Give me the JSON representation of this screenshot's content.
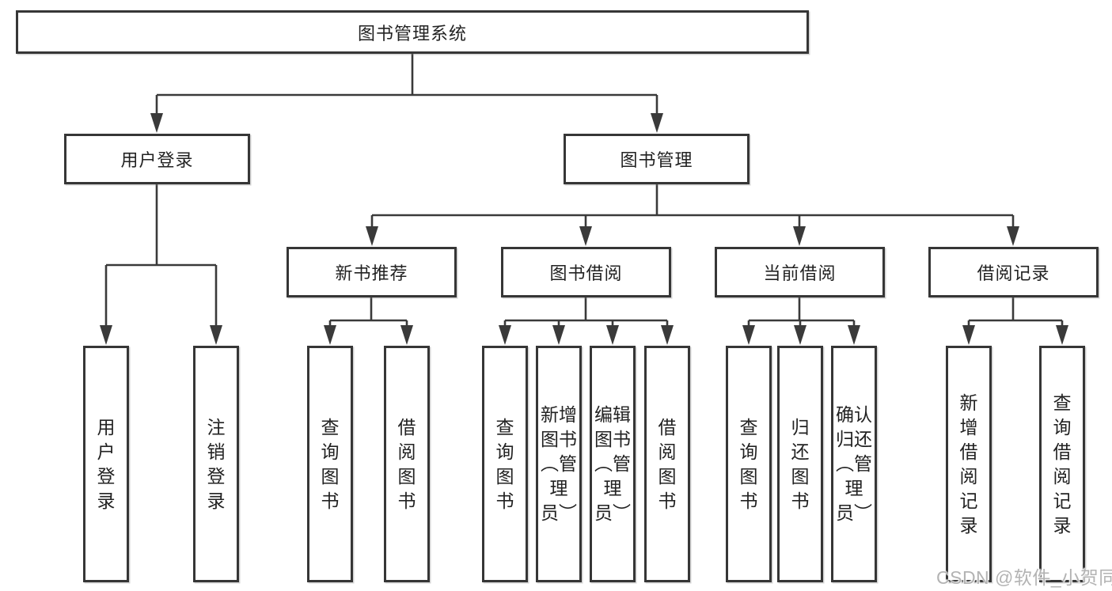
{
  "tree": {
    "root": "图书管理系统",
    "children": [
      {
        "label": "用户登录",
        "children": [
          "用户登录",
          "注销登录"
        ]
      },
      {
        "label": "图书管理",
        "children": [
          {
            "label": "新书推荐",
            "children": [
              "查询图书",
              "借阅图书"
            ]
          },
          {
            "label": "图书借阅",
            "children": [
              "查询图书",
              "新增图书（管理员）",
              "编辑图书（管理员）",
              "借阅图书"
            ]
          },
          {
            "label": "当前借阅",
            "children": [
              "查询图书",
              "归还图书",
              "确认归还（管理员）"
            ]
          },
          {
            "label": "借阅记录",
            "children": [
              "新增借阅记录",
              "查询借阅记录"
            ]
          }
        ]
      }
    ]
  },
  "watermark": "CSDN @软件_小贺同学",
  "colors": {
    "line": "#3a3a3a",
    "border": "#363636",
    "text": "#222222",
    "watermark": "#b3b3b3",
    "background": "#ffffff"
  }
}
